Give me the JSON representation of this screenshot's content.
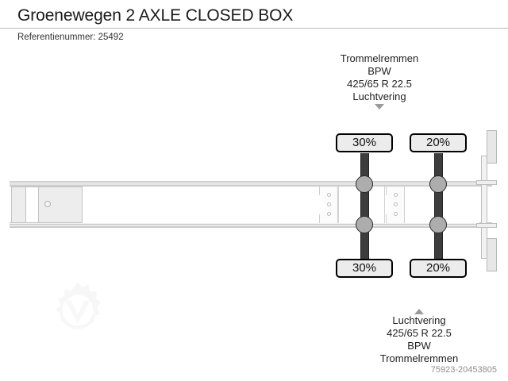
{
  "header": {
    "title": "Groenewegen 2 AXLE CLOSED BOX",
    "reference_label": "Referentienummer: 25492"
  },
  "annotations": {
    "top": {
      "line1": "Trommelremmen",
      "line2": "BPW",
      "line3": "425/65 R 22.5",
      "line4": "Luchtvering",
      "arrow": "arrow-down-icon"
    },
    "bottom": {
      "arrow": "arrow-up-icon",
      "line1": "Luchtvering",
      "line2": "425/65 R 22.5",
      "line3": "BPW",
      "line4": "Trommelremmen"
    }
  },
  "diagram": {
    "axles": [
      {
        "name": "axle-1",
        "top_badge": "30%",
        "bottom_badge": "30%"
      },
      {
        "name": "axle-2",
        "top_badge": "20%",
        "bottom_badge": "20%"
      }
    ],
    "watermark": "gear-watermark-icon"
  },
  "footer": {
    "id": "75923-20453805"
  },
  "colors": {
    "badge_fill": "#ececec",
    "badge_border": "#000000",
    "axle": "#3d3d3d",
    "hub": "#adadad",
    "rail": "#bdbdbd",
    "text": "#222222"
  }
}
